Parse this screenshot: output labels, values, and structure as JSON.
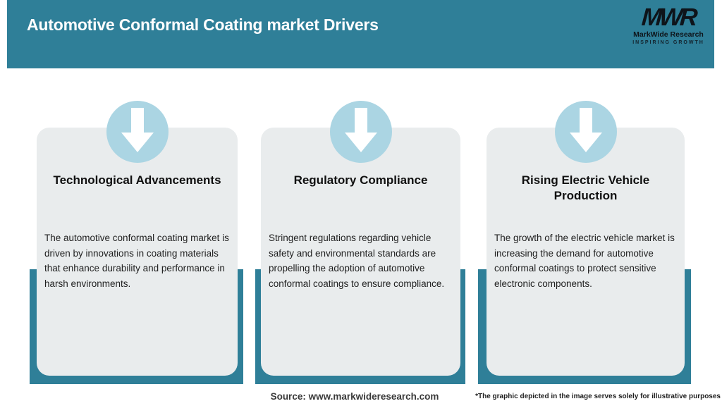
{
  "header": {
    "title": "Automotive Conformal Coating market Drivers",
    "logo": {
      "monogram": "MWR",
      "company": "MarkWide Research",
      "tagline": "INSPIRING GROWTH"
    }
  },
  "cards": [
    {
      "icon": "arrow-down-icon",
      "title": "Technological Advancements",
      "description": "The automotive conformal coating market is driven by innovations in coating materials that enhance durability and performance in harsh environments."
    },
    {
      "icon": "arrow-down-icon",
      "title": "Regulatory Compliance",
      "description": "Stringent regulations regarding vehicle safety and environmental standards are propelling the adoption of automotive conformal coatings to ensure compliance."
    },
    {
      "icon": "arrow-down-icon",
      "title": "Rising Electric Vehicle Production",
      "description": "The growth of the electric vehicle market is increasing the demand for automotive conformal coatings to protect sensitive electronic components."
    }
  ],
  "footer": {
    "source": "Source: www.markwideresearch.com",
    "disclaimer": "*The graphic depicted in the image serves solely for illustrative purposes"
  },
  "colors": {
    "teal": "#2F7F98",
    "icon_circle_blue": "#ABD5E3",
    "card_background": "#E9ECED",
    "title_text": "#FFFFFF",
    "body_text": "#1F1F1F"
  }
}
